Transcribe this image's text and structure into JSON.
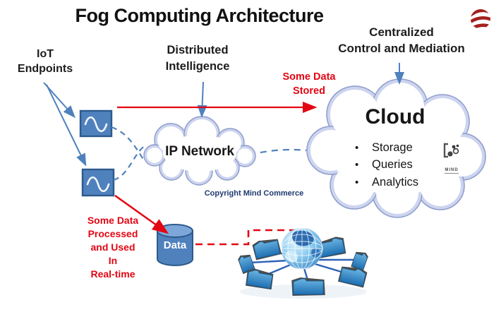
{
  "title": "Fog Computing Architecture",
  "annotations": {
    "iot_endpoints": {
      "line1": "IoT",
      "line2": "Endpoints"
    },
    "distributed_intelligence": {
      "line1": "Distributed",
      "line2": "Intelligence"
    },
    "centralized_control": {
      "line1": "Centralized",
      "line2": "Control and Mediation"
    },
    "some_data_stored": {
      "line1": "Some Data",
      "line2": "Stored"
    },
    "some_data_processed": {
      "lines": [
        "Some Data",
        "Processed",
        "and Used",
        "In",
        "Real-time"
      ]
    },
    "copyright": "Copyright Mind Commerce"
  },
  "nodes": {
    "cloud": {
      "title": "Cloud",
      "bullet_char": "•",
      "bullets": [
        "Storage",
        "Queries",
        "Analytics"
      ]
    },
    "ip_network": {
      "label": "IP Network"
    },
    "data_store": {
      "label": "Data"
    },
    "fog_node_count": 2
  },
  "logos": {
    "corner": "striped-sphere-logo",
    "watermark_text": "MIND"
  },
  "icons": {
    "corner_logo": "striped-sphere-logo",
    "watermark": "mind-commerce-watermark-icon",
    "fog_node": "sine-wave-icon",
    "database": "cylinder-database-icon",
    "globe": "globe-network-icon",
    "endpoint": "folder-node-icon"
  },
  "colors": {
    "node_blue": "#4f81bd",
    "node_border": "#2e5a8c",
    "arrow_blue": "#4f81bd",
    "alert_red": "#e30613",
    "cloud_outline": "#93a1cf",
    "cloud_band": "#ccd4ef",
    "copyright_navy": "#1f3a6e",
    "logo_red": "#a3201d",
    "title_black": "#111111"
  }
}
